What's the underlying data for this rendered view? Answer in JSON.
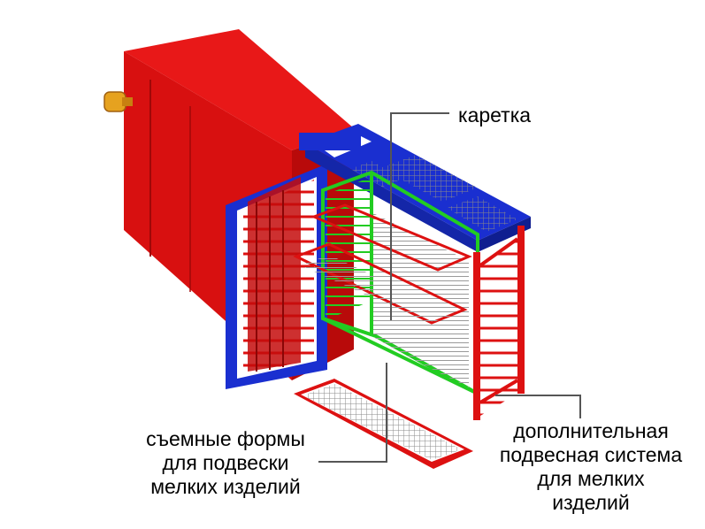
{
  "labels": {
    "carriage": "каретка",
    "removable_forms": [
      "съемные формы",
      "для подвески",
      "мелких изделий"
    ],
    "extra_system": [
      "дополнительная",
      "подвесная система",
      "для мелких",
      "изделий"
    ]
  },
  "colors": {
    "chamber": "#e01010",
    "chamber_dark": "#b00808",
    "door_frame": "#1a2fd0",
    "carriage_frame": "#1a2fd0",
    "shelf_frame": "#22cc22",
    "tray_frame": "#dd1111",
    "mesh": "#9a9a9a",
    "burner": "#e0a020",
    "leader": "#555555"
  }
}
